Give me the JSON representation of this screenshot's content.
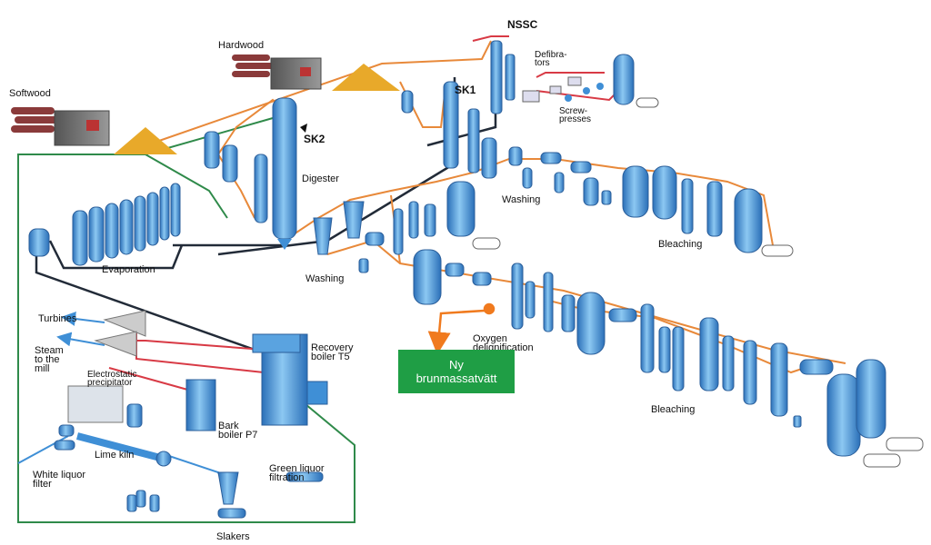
{
  "labels": {
    "softwood": "Softwood",
    "hardwood": "Hardwood",
    "nssc": "NSSC",
    "defibrators": "Defibra-\ntors",
    "screwpresses": "Screw-\npresses",
    "sk1": "SK1",
    "sk2": "SK2",
    "digester": "Digester",
    "washing_top": "Washing",
    "washing_left": "Washing",
    "bleaching_top": "Bleaching",
    "evaporation": "Evaporation",
    "turbines": "Turbines",
    "steam": "Steam\nto the\nmill",
    "electrostatic": "Electrostatic\nprecipitator",
    "recovery": "Recovery\nboiler T5",
    "oxygen": "Oxygen\ndelignification",
    "bark": "Bark\nboiler P7",
    "lime_kiln": "Lime kiln",
    "green_liquor": "Green liquor\nfiltration",
    "white_liquor": "White liquor\nfilter",
    "slakers": "Slakers",
    "bleaching_bottom": "Bleaching"
  },
  "callout": {
    "line1": "Ny",
    "line2": "brunmassatvätt"
  },
  "colors": {
    "vessel": "#3f8fd6",
    "pipe_orange": "#e8893a",
    "pipe_green": "#2f8a4a",
    "pipe_red": "#d83a45",
    "pipe_dark": "#222b38",
    "wood_chips": "#e8a92a",
    "callout_box": "#1f9e45",
    "callout_arrow": "#f07a1e"
  }
}
